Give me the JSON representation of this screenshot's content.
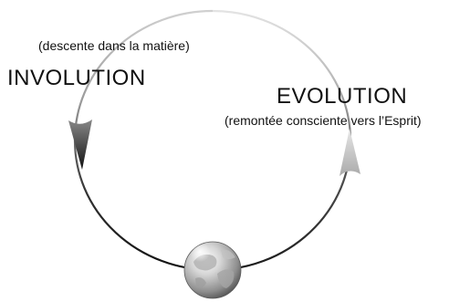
{
  "labels": {
    "involution_subtitle": "(descente dans la matière)",
    "involution_title": "INVOLUTION",
    "evolution_title": "EVOLUTION",
    "evolution_subtitle": "(remontée consciente vers l’Esprit)"
  },
  "icons": {
    "globe": "earth-globe-icon",
    "down_arrow": "arrowhead-down-icon",
    "up_arrow": "arrowhead-up-icon"
  },
  "colors": {
    "descending_dark": "#111111",
    "descending_light": "#bdbdbd",
    "ascending_dark": "#222222",
    "ascending_light": "#d9d9d9",
    "text": "#111111"
  }
}
